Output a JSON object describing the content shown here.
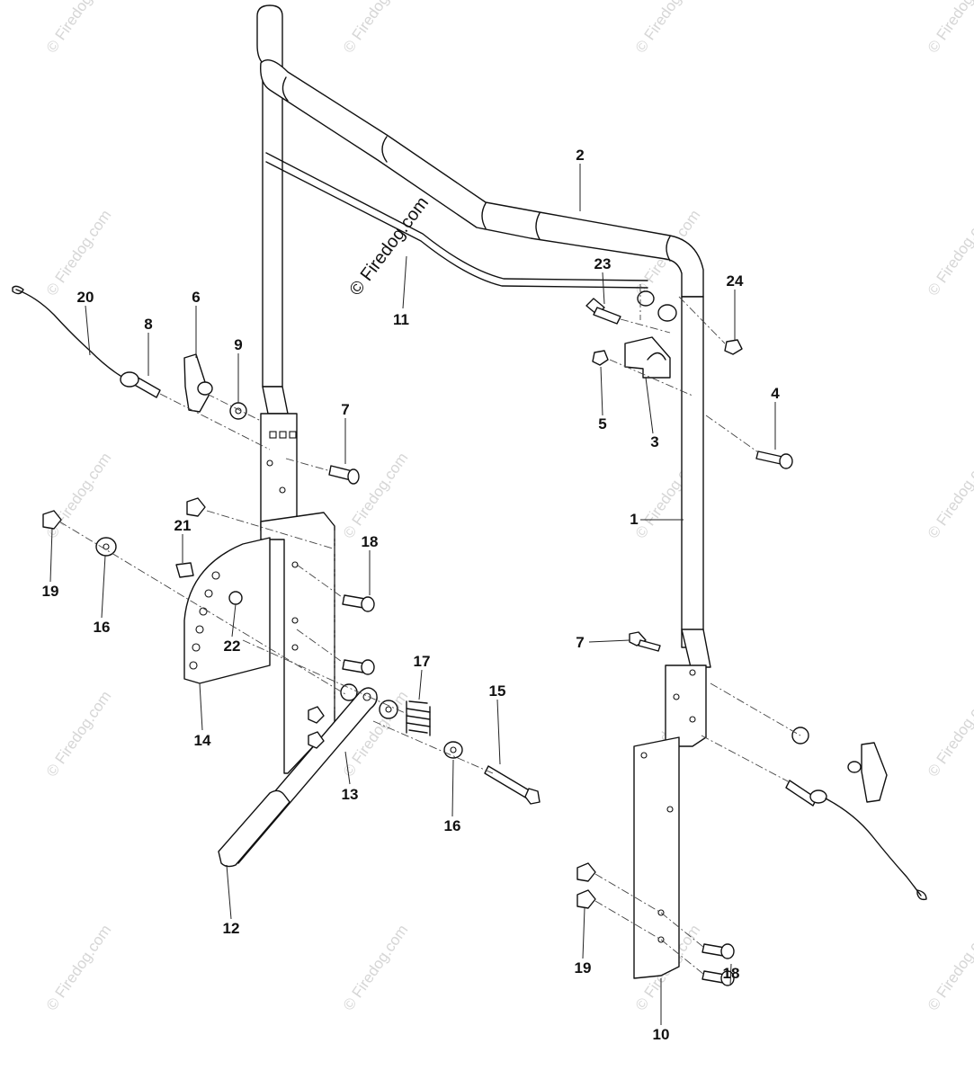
{
  "diagram": {
    "main_watermark": "© Firedog.com",
    "background_watermark": "© Firedog.com",
    "callouts": {
      "c1": "1",
      "c2": "2",
      "c3": "3",
      "c4": "4",
      "c5": "5",
      "c6": "6",
      "c7a": "7",
      "c7b": "7",
      "c8": "8",
      "c9": "9",
      "c10": "10",
      "c11": "11",
      "c12": "12",
      "c13": "13",
      "c14": "14",
      "c15": "15",
      "c16a": "16",
      "c16b": "16",
      "c17": "17",
      "c18a": "18",
      "c18b": "18",
      "c19a": "19",
      "c19b": "19",
      "c20": "20",
      "c21": "21",
      "c22": "22",
      "c23": "23",
      "c24": "24"
    }
  }
}
